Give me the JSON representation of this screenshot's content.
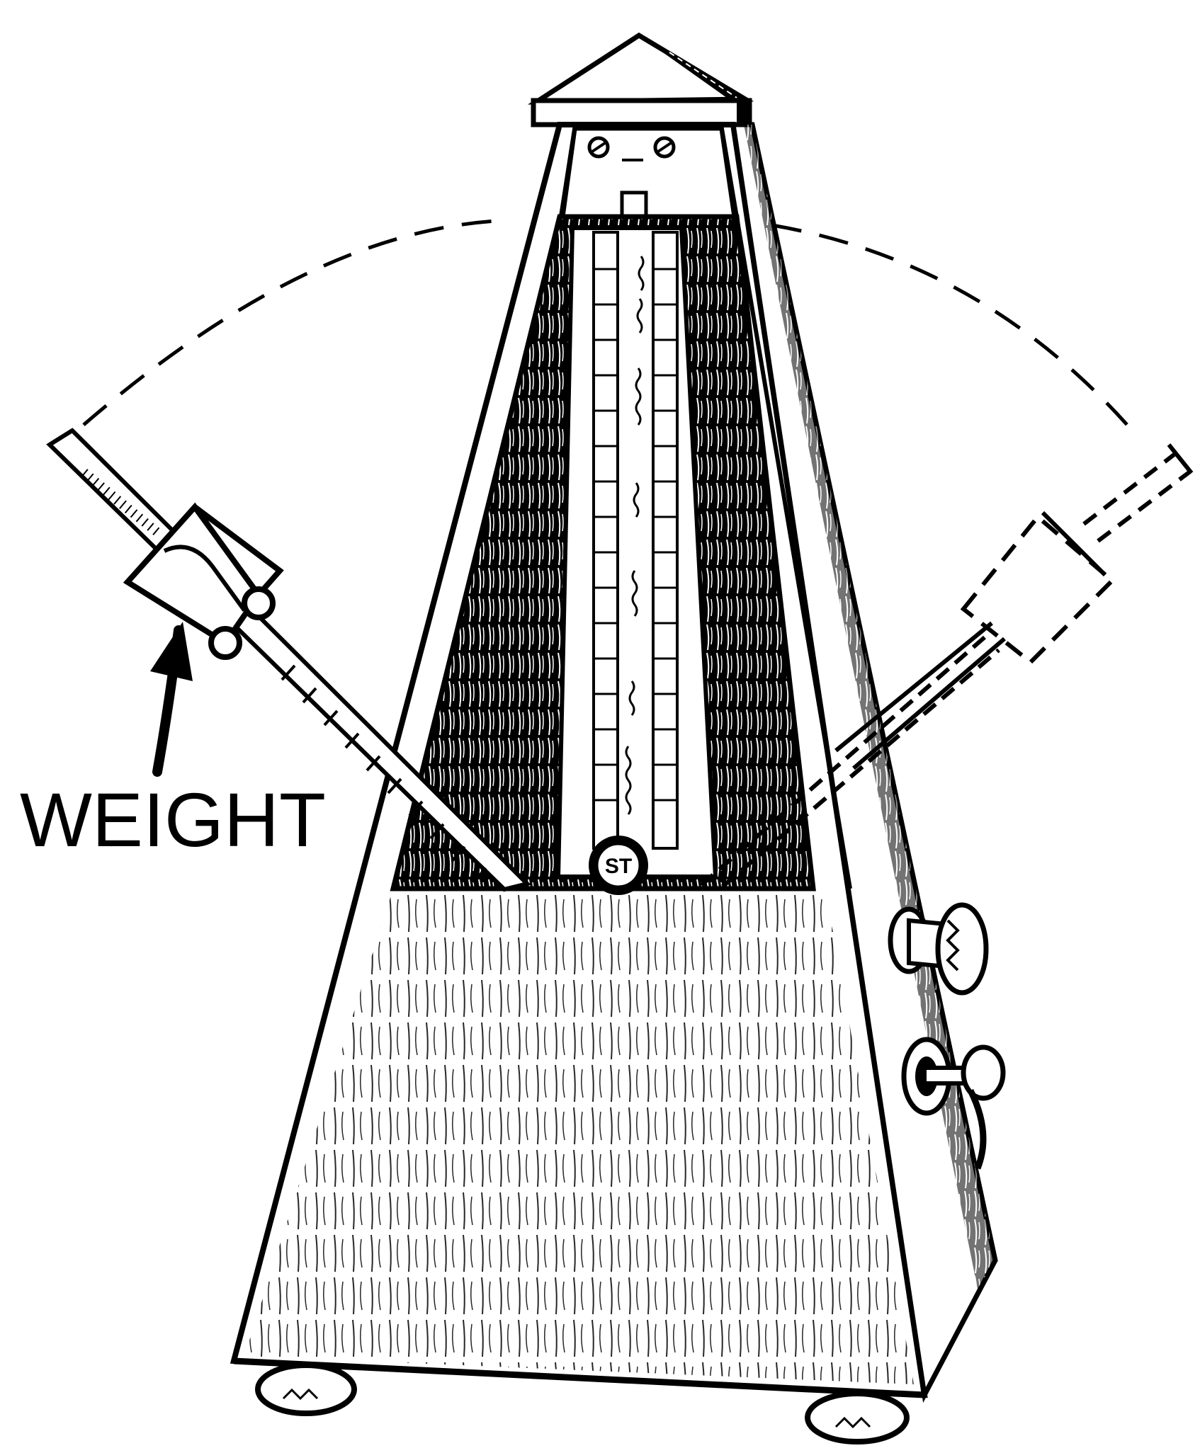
{
  "figure": {
    "subject": "metronome",
    "label": "WEIGHT",
    "badge": "ST",
    "colors": {
      "ink": "#000000",
      "paper": "#ffffff"
    },
    "icons": {
      "arrow": "arrow-up-icon",
      "knob": "winding-knob-icon",
      "lever": "lever-icon"
    }
  }
}
